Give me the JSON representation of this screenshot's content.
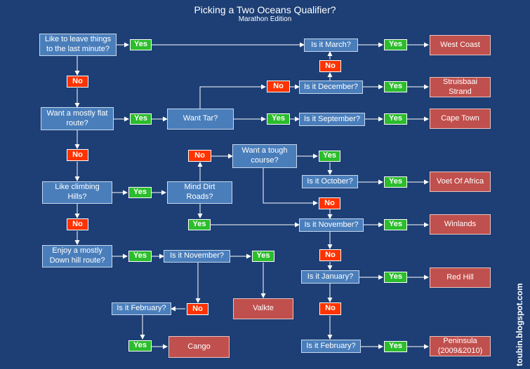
{
  "title": "Picking a Two Oceans Qualifier?",
  "subtitle": "Marathon Edition",
  "watermark": "toubin.blogspot.com",
  "labels": {
    "yes": "Yes",
    "no": "No"
  },
  "questions": {
    "last_minute": "Like to leave things\nto the last minute?",
    "flat_route": "Want a mostly flat\nroute?",
    "climbing_hills": "Like climbing\nHills?",
    "downhill": "Enjoy a mostly\nDown hill route?",
    "want_tar": "Want Tar?",
    "mind_dirt": "Mind Dirt\nRoads?",
    "tough_course": "Want a tough\ncourse?",
    "is_march": "Is it March?",
    "is_december": "Is it December?",
    "is_september": "Is it September?",
    "is_october": "Is it October?",
    "is_november_right": "Is it November?",
    "is_january": "Is it January?",
    "is_february_right": "Is it February?",
    "is_november_left": "Is it November?",
    "is_february_left": "Is it February?"
  },
  "destinations": {
    "west_coast": "West Coast",
    "struisbaai": "Struisbaai\nStrand",
    "cape_town": "Cape Town",
    "voet_of_africa": "Voet Of Africa",
    "winlands": "Winlands",
    "red_hill": "Red Hill",
    "peninsula": "Peninsula\n(2009&2010)",
    "valkte": "Valkte",
    "cango": "Cango"
  },
  "colors": {
    "background": "#1d3f75",
    "question": "#4a7ebb",
    "destination": "#c0504d",
    "yes": "#2cbd2c",
    "no": "#ff3300",
    "connector": "#ffffff"
  }
}
